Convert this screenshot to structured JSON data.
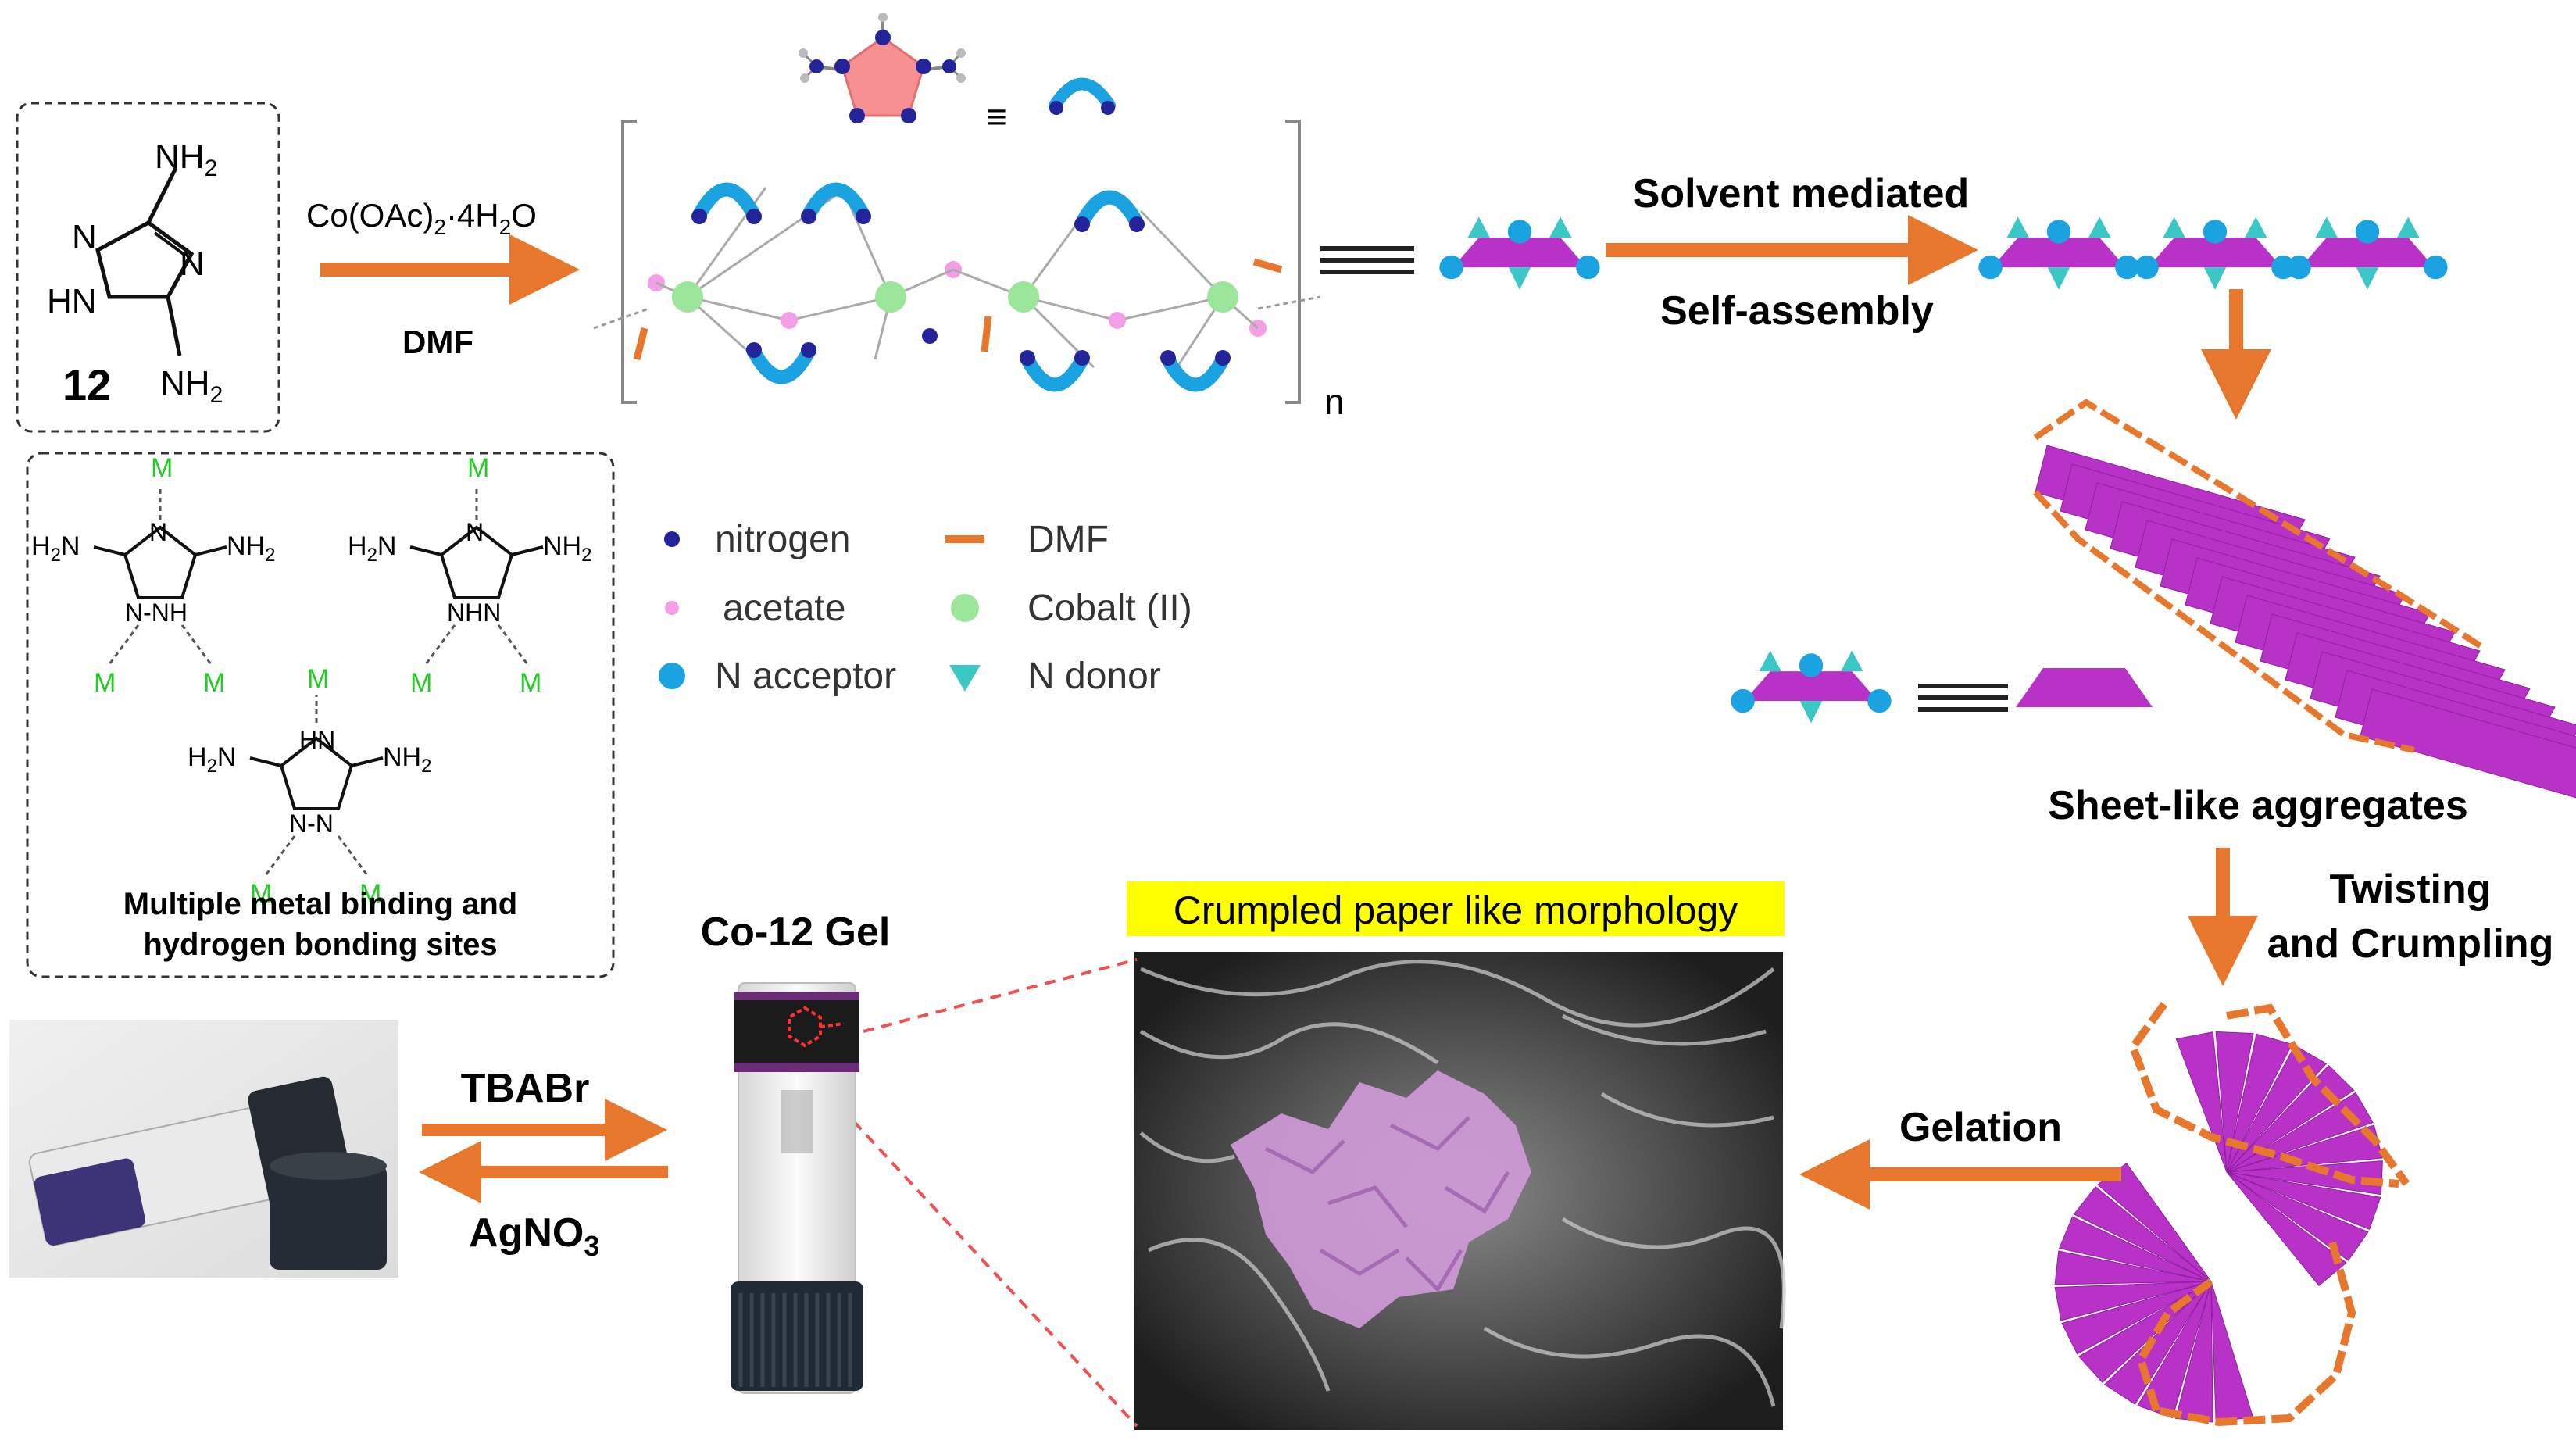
{
  "reaction": {
    "reagent": "Co(OAc)",
    "reagent_sub1": "2",
    "reagent_mid": "·4H",
    "reagent_sub2": "2",
    "reagent_end": "O",
    "solvent": "DMF"
  },
  "compound": {
    "number": "12",
    "nh2_top": "NH",
    "nh2_sub": "2",
    "n_left": "N",
    "n_right": "N",
    "hn": "HN",
    "nh2_bottom": "NH"
  },
  "binding_box": {
    "caption_line1": "Multiple metal binding and",
    "caption_line2": "hydrogen bonding sites",
    "metal": "M",
    "h2n": "H",
    "nh2": "NH",
    "sub2": "2",
    "n": "N",
    "nh": "N-NH",
    "nhn": "NHN",
    "hn": "HN",
    "nn": "N-N"
  },
  "polymer": {
    "repeat": "n",
    "equiv": "≡"
  },
  "legend": {
    "items": [
      {
        "label": "nitrogen",
        "color": "#23239a"
      },
      {
        "label": "acetate",
        "color": "#f59ee8"
      },
      {
        "label": "N acceptor",
        "color": "#1aa3e0"
      },
      {
        "label": "DMF",
        "color": "#e8772e"
      },
      {
        "label": "Cobalt (II)",
        "color": "#9be69b"
      },
      {
        "label": "N donor",
        "color": "#3cc7c7"
      }
    ]
  },
  "steps": {
    "solvent_line1": "Solvent mediated",
    "solvent_line2": "Self-assembly",
    "sheet_label": "Sheet-like aggregates",
    "twist_line1": "Twisting",
    "twist_line2": "and Crumpling",
    "gelation": "Gelation",
    "gel_label": "Co-12 Gel",
    "forward_reagent": "TBABr",
    "reverse_reagent": "AgNO",
    "reverse_sub": "3",
    "sem_label": "Crumpled paper like morphology"
  },
  "colors": {
    "arrow": "#e8772e",
    "sheet": "#b832c8",
    "highlight": "#ffff00",
    "crumple": "#cf9ad8"
  }
}
